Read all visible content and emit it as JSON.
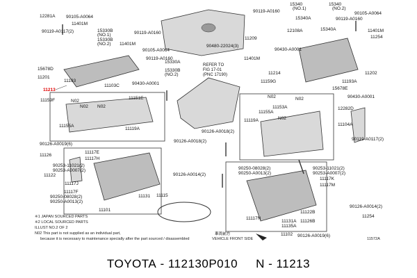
{
  "caption": {
    "brand": "TOYOTA",
    "separator": " - ",
    "part_number": "112130P010",
    "gap": "     ",
    "ref_prefix": "N",
    "ref_number": "11213"
  },
  "figure_id": "11572A",
  "vehicle_front_side": "VEHICLE FRONT SIDE",
  "vehicle_front_side_jp": "車両前方",
  "refer": [
    "REFER TO",
    "FIG 17-01",
    "(PNC 17190)"
  ],
  "notes": [
    "※1 JAPAN SOURCED PARTS",
    "※2 LOCAL SOURCED PARTS",
    "ILLUST NO.2 OF 2",
    "N02 This part is not supplied as an individual part,",
    "because it is necessary to maintenance specially after the part sourced / disassembled"
  ],
  "highlight_label": "11213",
  "labels_left": [
    "12281A",
    "90105-A0064",
    "11401M",
    "90119-A0117(2)",
    "15330B",
    "(NO.1)",
    "90119-A0160",
    "15330B",
    "(NO.2)",
    "11401M",
    "90105-A0064",
    "90119-A0160",
    "15678D",
    "15330A",
    "11201",
    "11193",
    "15330B",
    "(NO.2)",
    "11103C",
    "90430-A0001",
    "11159F",
    "N02",
    "N02",
    "N02",
    "11151E",
    "11155A",
    "11119A",
    "90126-A0019(6)",
    "90126-A0018(2)",
    "11126",
    "11117E",
    "11117H",
    "11122",
    "90253-11021(2)",
    "90253-A0007(2)",
    "11117J",
    "11117F",
    "90250-08028(2)",
    "90250-A0013(2)",
    "11131",
    "11101",
    "11115",
    "90126-A0014(2)"
  ],
  "labels_right": [
    "15340",
    "(NO.1)",
    "15340",
    "(NO.2)",
    "90119-A0160",
    "90105-A0064",
    "15340A",
    "90119-A0160",
    "11401M",
    "11254",
    "12108A",
    "15340A",
    "90480-22024(3)",
    "11209",
    "90430-A0001",
    "11401M",
    "11214",
    "11202",
    "11159G",
    "15678E",
    "11193A",
    "N02",
    "11153A",
    "11155A",
    "N02",
    "90430-A0001",
    "12282D",
    "11119A",
    "N02",
    "11104A",
    "90126-A0018(2)",
    "90119-A0117(2)",
    "90250-08028(2)",
    "90250-A0013(2)",
    "90253-11021(2)",
    "90253-A0007(2)",
    "11117K",
    "11117M",
    "11122B",
    "11126B",
    "11117N",
    "11131A",
    "11135A",
    "11102",
    "90126-A0014(2)",
    "90126-A0019(6)",
    "11254"
  ]
}
